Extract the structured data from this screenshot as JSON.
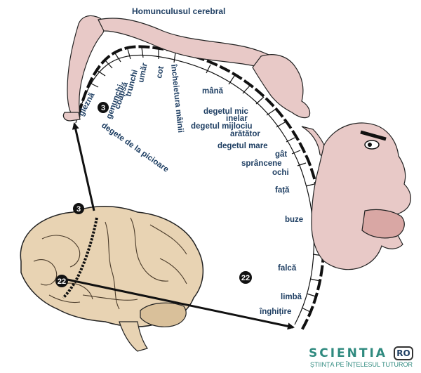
{
  "title": "Homunculusul cerebral",
  "labels": {
    "degete_picioare": "degete de la picioare",
    "glezna": "gleznă",
    "genunchi": "genunchi",
    "coapsa": "coapsă",
    "trunchi": "trunchi",
    "umar": "umăr",
    "cot": "cot",
    "incheietura": "încheietura mâinii",
    "mana": "mână",
    "deget_mic": "degetul mic",
    "inelar": "inelar",
    "deget_mijlociu": "degetul mijlociu",
    "aratator": "arătător",
    "deget_mare": "degetul mare",
    "gat": "gât",
    "sprancene": "sprâncene",
    "ochi": "ochi",
    "fata": "față",
    "buze": "buze",
    "falca": "falcă",
    "limba": "limbă",
    "inghitire": "înghițire"
  },
  "badges": {
    "b3_top": "3",
    "b3_small": "3",
    "b22_mid": "22",
    "b22_brain": "22"
  },
  "logo": {
    "brand": "SCIENTIA",
    "suffix": "RO",
    "tagline": "ȘTIINȚA PE ÎNȚELESUL TUTUROR"
  },
  "colors": {
    "skin": "#e8c9c7",
    "brain": "#e8d3b3",
    "text": "#1f3f63",
    "brand": "#2f8a7f"
  }
}
